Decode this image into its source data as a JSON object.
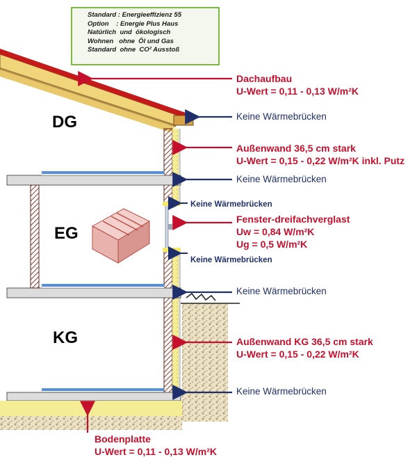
{
  "standard_box": {
    "lines": [
      "Standard : Energieeffizienz 55",
      "Option    : Energie Plus Haus",
      "Natürlich  und  ökologisch",
      "Wohnen   ohne  Öl und Gas",
      "Standard  ohne  CO² Ausstoß"
    ]
  },
  "floors": {
    "dg": "DG",
    "eg": "EG",
    "kg": "KG"
  },
  "labels": {
    "dachaufbau": {
      "title": "Dachaufbau",
      "value": "U-Wert = 0,11 - 0,13 W/m²K"
    },
    "aussenwand": {
      "title": "Außenwand 36,5 cm stark",
      "value": "U-Wert = 0,15 - 0,22 W/m²K inkl. Putz"
    },
    "fenster": {
      "title": "Fenster-dreifachverglast",
      "uw": "Uw = 0,84 W/m²K",
      "ug": "Ug  = 0,5   W/m²K"
    },
    "aussenwand_kg": {
      "title": "Außenwand KG  36,5 cm stark",
      "value": "U-Wert = 0,15 - 0,22 W/m²K"
    },
    "bodenplatte": {
      "title": "Bodenplatte",
      "value": "U-Wert = 0,11 - 0,13 W/m²K"
    },
    "keine_1": "Keine Wärmebrücken",
    "keine_2": "Keine Wärmebrücken",
    "keine_window_top": "Keine Wärmebrücken",
    "keine_window_bottom": "Keine Wärmebrücken",
    "keine_3": "Keine Wärmebrücken",
    "keine_4": "Keine Wärmebrücken"
  },
  "colors": {
    "red_text": "#c4102c",
    "navy_text": "#1f2f6b",
    "concrete": "#dcdcdc",
    "insulation": "#f5ec96",
    "wall_brick": "#b06850",
    "roof_red": "#c41a1a",
    "gravel": "#e6d9b8"
  }
}
